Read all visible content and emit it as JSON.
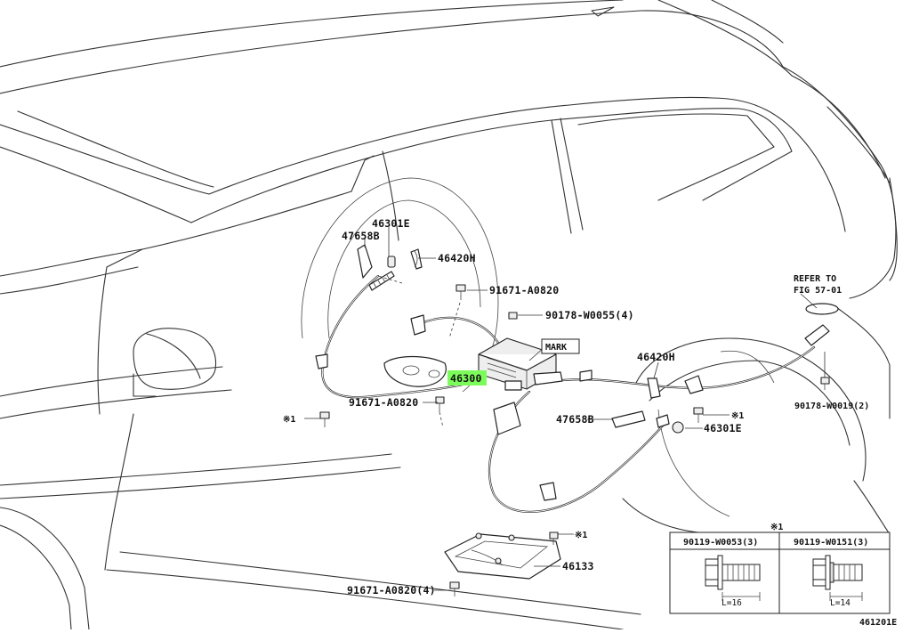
{
  "diagram_id": "461201E",
  "callouts": [
    {
      "key": "p46301E_top",
      "text": "46301E"
    },
    {
      "key": "p47658B_top",
      "text": "47658B"
    },
    {
      "key": "p46420H_top",
      "text": "46420H"
    },
    {
      "key": "p91671_top",
      "text": "91671-A0820"
    },
    {
      "key": "p90178_w0055",
      "text": "90178-W0055(4)"
    },
    {
      "key": "mark",
      "text": "MARK"
    },
    {
      "key": "p46300",
      "text": "46300",
      "highlight": "#7CFC5A"
    },
    {
      "key": "p91671_mid",
      "text": "91671-A0820"
    },
    {
      "key": "p46420H_right",
      "text": "46420H"
    },
    {
      "key": "p47658B_bottom",
      "text": "47658B"
    },
    {
      "key": "p46301E_bottom",
      "text": "46301E"
    },
    {
      "key": "refer_to",
      "text": "REFER TO"
    },
    {
      "key": "fig",
      "text": "FIG 57-01"
    },
    {
      "key": "p90178_w0019",
      "text": "90178-W0019(2)"
    },
    {
      "key": "p46133",
      "text": "46133"
    },
    {
      "key": "p91671_bottom",
      "text": "91671-A0820(4)"
    },
    {
      "key": "note_left",
      "text": "※1"
    },
    {
      "key": "note_right",
      "text": "※1"
    },
    {
      "key": "note_lower",
      "text": "※1"
    }
  ],
  "legend": {
    "title": "※1",
    "items": [
      {
        "part": "90119-W0053(3)",
        "length": "L=16"
      },
      {
        "part": "90119-W0151(3)",
        "length": "L=14"
      }
    ]
  }
}
